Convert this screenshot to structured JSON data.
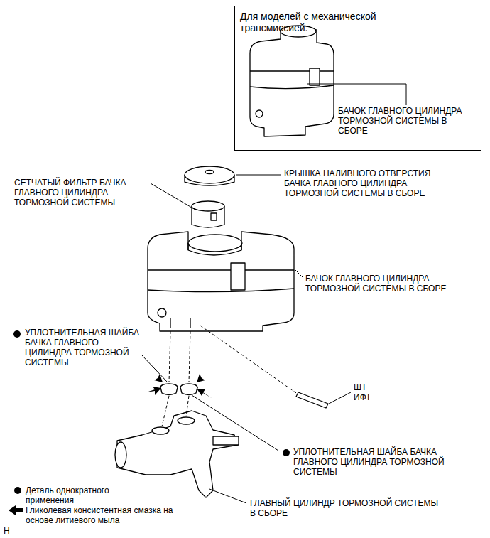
{
  "diagram": {
    "nodes": [
      {
        "text": [
          "Для моделей с механической трансмиссией:",
          "БАЧОК ГЛАВНОГО ЦИЛИНДРА ТОРМОЗНОЙ СИСТЕМЫ В СБОРЕ"
        ]
      }
    ],
    "labels": [
      "СЕТЧАТЫЙ ФИЛЬТР БАЧКА ГЛАВНОГО ЦИЛИНДРА ТОРМОЗНОЙ СИСТЕМЫ",
      "КРЫШКА НАЛИВНОГО ОТВЕРСТИЯ БАЧКА ГЛАВНОГО ЦИЛИНДРА ТОРМОЗНОЙ СИСТЕМЫ В СБОРЕ",
      "БАЧОК ГЛАВНОГО ЦИЛИНДРА ТОРМОЗНОЙ СИСТЕМЫ В СБОРЕ",
      "УПЛОТНИТЕЛЬНАЯ ШАЙБА БАЧКА ГЛАВНОГО ЦИЛИНДРА ТОРМОЗНОЙ СИСТЕМЫ",
      "ШТ ИФТ",
      "УПЛОТНИТЕЛЬНАЯ ШАЙБА БАЧКА ГЛАВНОГО ЦИЛИНДРА ТОРМОЗНОЙ СИСТЕМЫ",
      "ГЛАВНЫЙ ЦИЛИНДР ТОРМОЗНОЙ СИСТЕМЫ В СБОРЕ",
      "H"
    ],
    "legend": [
      {
        "text": "Деталь однократного применения"
      },
      {
        "text": "Гликолевая консистентная смазка на основе литиевого мыла"
      }
    ]
  }
}
